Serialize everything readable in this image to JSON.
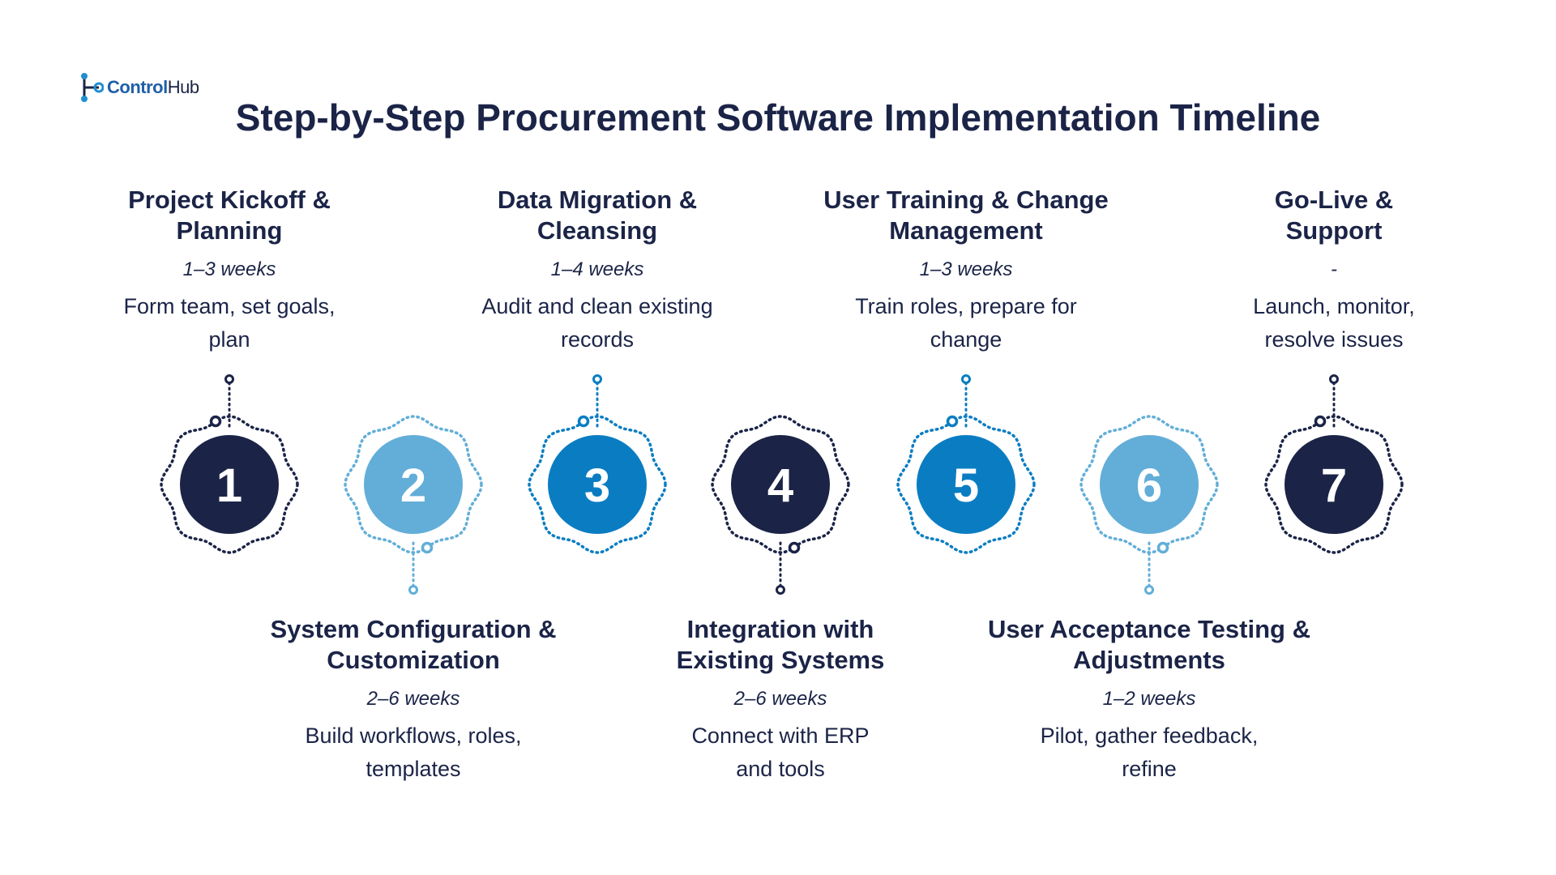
{
  "brand": {
    "name_part1": "Control",
    "name_part2": "Hub",
    "accent": "#1f8fd0"
  },
  "title": "Step-by-Step Procurement Software Implementation Timeline",
  "colors": {
    "navy": "#1b2447",
    "light_blue": "#62aed8",
    "mid_blue": "#0a7dc2"
  },
  "steps": [
    {
      "number": "1",
      "title": "Project Kickoff & Planning",
      "duration": "1–3 weeks",
      "description": "Form team, set goals, plan",
      "color": "#1b2447",
      "position": "top"
    },
    {
      "number": "2",
      "title": "System Configuration & Customization",
      "duration": "2–6 weeks",
      "description": "Build workflows, roles, templates",
      "color": "#62aed8",
      "position": "bottom"
    },
    {
      "number": "3",
      "title": "Data Migration & Cleansing",
      "duration": "1–4 weeks",
      "description": "Audit and clean existing records",
      "color": "#0a7dc2",
      "position": "top"
    },
    {
      "number": "4",
      "title": "Integration with Existing Systems",
      "duration": "2–6 weeks",
      "description": "Connect with ERP and tools",
      "color": "#1b2447",
      "position": "bottom"
    },
    {
      "number": "5",
      "title": "User Training & Change Management",
      "duration": "1–3 weeks",
      "description": "Train roles, prepare for change",
      "color": "#0a7dc2",
      "position": "top"
    },
    {
      "number": "6",
      "title": "User Acceptance Testing & Adjustments",
      "duration": "1–2 weeks",
      "description": "Pilot, gather feedback, refine",
      "color": "#62aed8",
      "position": "bottom"
    },
    {
      "number": "7",
      "title": "Go-Live & Support",
      "duration": "-",
      "description": "Launch, monitor, resolve issues",
      "color": "#1b2447",
      "position": "top"
    }
  ]
}
